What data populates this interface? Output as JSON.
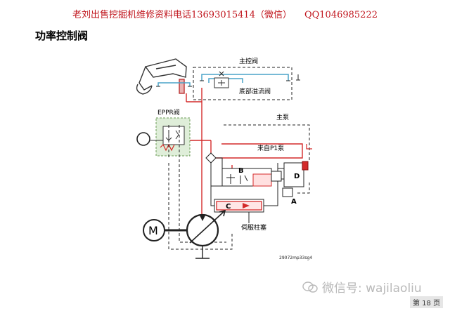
{
  "header": {
    "banner_text": "老刘出售挖掘机维修资料电话13693015414（微信）",
    "qq_text": "QQ1046985222"
  },
  "page": {
    "title": "功率控制阀",
    "page_number": "第 18 页"
  },
  "diagram": {
    "main_control_valve_label": "主控阀",
    "bottom_relief_valve_label": "底部溢流阀",
    "eppr_valve_label": "EPPR阀",
    "main_pump_label": "主泵",
    "from_p1_label": "来自P1泵",
    "servo_piston_label": "伺服柱塞",
    "letter_a": "A",
    "letter_b": "B",
    "letter_c": "C",
    "letter_d": "D",
    "motor_label": "M",
    "figure_code": "29072mp33sg4"
  },
  "watermark": {
    "text": "微信号: wajilaoliu"
  },
  "colors": {
    "header_red": "#c0141c",
    "pilot_red": "#d42a2a",
    "tank_line_blue": "#4aa3c8",
    "eppr_box_green": "#dfeed9"
  }
}
